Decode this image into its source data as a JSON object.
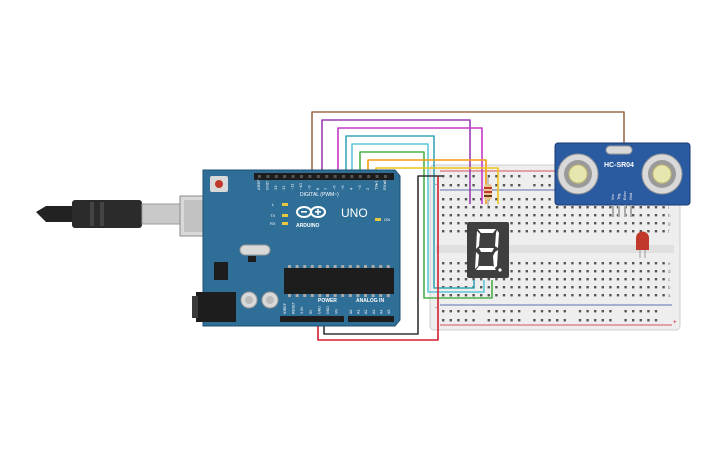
{
  "colors": {
    "arduino_board": "#2f6f97",
    "breadboard": "#eeeeee",
    "sensor_board": "#2a5aa0",
    "display_body": "#3f3f3f",
    "segment_on": "#ffffff",
    "wire_brown": "#9b6d4b",
    "wire_purple": "#9b3fb0",
    "wire_magenta": "#c638c8",
    "wire_teal": "#39a7b6",
    "wire_cyan": "#5fc8d8",
    "wire_green": "#4bb04b",
    "wire_orange": "#f39c12",
    "wire_yellow": "#f0c419",
    "wire_red": "#d31e2f",
    "wire_black": "#333333",
    "led_red": "#c0392b"
  },
  "arduino": {
    "brand": "ARDUINO",
    "model": "UNO",
    "digital_header_label": "DIGITAL (PWM~)",
    "power_label": "POWER",
    "analog_label": "ANALOG IN",
    "on_label": "ON",
    "led_labels": [
      "L",
      "TX",
      "RX"
    ],
    "digital_pins": [
      "AREF",
      "GND",
      "13",
      "12",
      "~11",
      "~10",
      "~9",
      "8",
      "7",
      "~6",
      "~5",
      "4",
      "~3",
      "2",
      "TX▸1",
      "RX◂0"
    ],
    "power_pins": [
      "IOREF",
      "RESET",
      "3.3V",
      "5V",
      "GND",
      "GND",
      "Vin"
    ],
    "analog_pins": [
      "A0",
      "A1",
      "A2",
      "A3",
      "A4",
      "A5"
    ]
  },
  "sensor": {
    "label": "HC-SR04",
    "pins": [
      "Vcc",
      "Trig",
      "Echo",
      "Gnd"
    ],
    "icons": [
      "ultrasonic-transducer-icon",
      "ultrasonic-transducer-icon"
    ]
  },
  "seven_segment": {
    "digit": "8",
    "icon": "seven-segment-display-icon"
  },
  "breadboard": {
    "row_letters_top": [
      "j",
      "i",
      "h",
      "g",
      "f"
    ],
    "row_letters_bottom": [
      "e",
      "d",
      "c",
      "b",
      "a"
    ],
    "rail_plus": "+",
    "rail_minus": "-"
  },
  "usb": {
    "icon": "usb-cable-icon"
  }
}
